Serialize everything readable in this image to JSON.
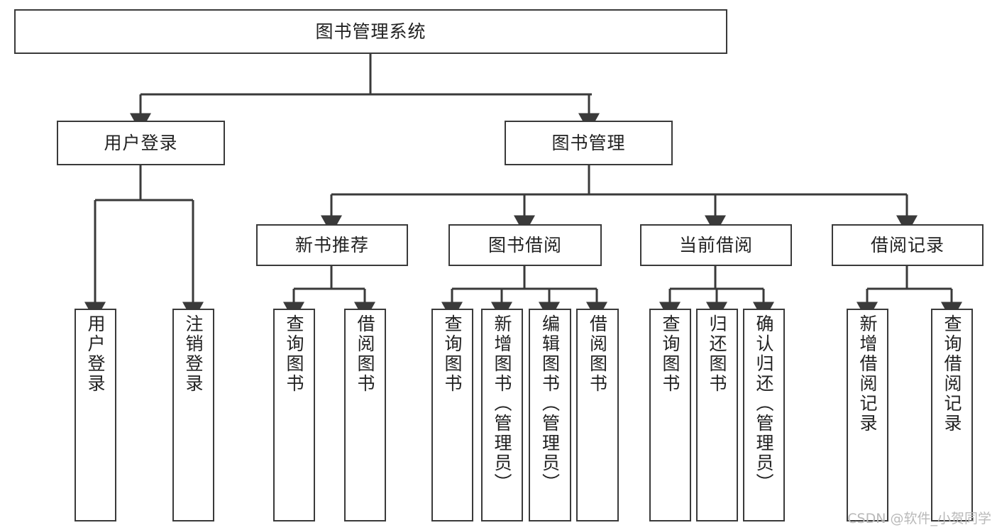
{
  "diagram": {
    "title": "图书管理系统",
    "type": "hierarchy-tree",
    "orientation": "top-down",
    "colors": {
      "box_border": "#3a3a3a",
      "box_fill": "#ffffff",
      "connector": "#3a3a3a",
      "text": "#222222",
      "watermark": "#b9b9b9",
      "background": "#ffffff"
    }
  },
  "watermark": {
    "text": "CSDN @软件_小贺同学"
  },
  "nodes": {
    "root": {
      "label": "图书管理系统"
    },
    "level2": [
      {
        "id": "user-login",
        "label": "用户登录"
      },
      {
        "id": "book-manage",
        "label": "图书管理"
      }
    ],
    "level3": [
      {
        "id": "new-book-recommend",
        "label": "新书推荐"
      },
      {
        "id": "book-borrow",
        "label": "图书借阅"
      },
      {
        "id": "current-borrow",
        "label": "当前借阅"
      },
      {
        "id": "borrow-record",
        "label": "借阅记录"
      }
    ],
    "leaves": {
      "user-login": [
        {
          "id": "leaf-user-login",
          "label": "用户登录"
        },
        {
          "id": "leaf-user-logout",
          "label": "注销登录"
        }
      ],
      "new-book-recommend": [
        {
          "id": "leaf-query-book-1",
          "label": "查询图书"
        },
        {
          "id": "leaf-borrow-book-1",
          "label": "借阅图书"
        }
      ],
      "book-borrow": [
        {
          "id": "leaf-query-book-2",
          "label": "查询图书"
        },
        {
          "id": "leaf-add-book",
          "label": "新增图书（管理员）"
        },
        {
          "id": "leaf-edit-book",
          "label": "编辑图书（管理员）"
        },
        {
          "id": "leaf-borrow-book-2",
          "label": "借阅图书"
        }
      ],
      "current-borrow": [
        {
          "id": "leaf-query-book-3",
          "label": "查询图书"
        },
        {
          "id": "leaf-return-book",
          "label": "归还图书"
        },
        {
          "id": "leaf-confirm-return",
          "label": "确认归还（管理员）"
        }
      ],
      "borrow-record": [
        {
          "id": "leaf-add-record",
          "label": "新增借阅记录"
        },
        {
          "id": "leaf-query-record",
          "label": "查询借阅记录"
        }
      ]
    }
  }
}
